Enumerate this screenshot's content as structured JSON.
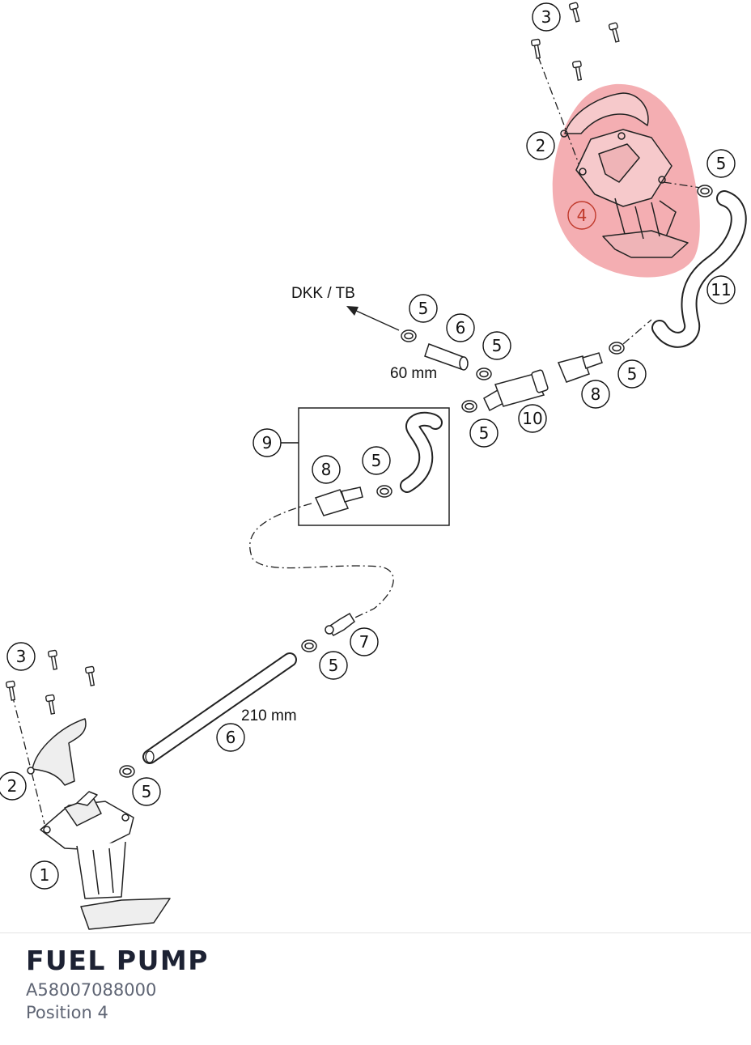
{
  "part": {
    "name": "FUEL PUMP",
    "number": "A58007088000",
    "position": "Position 4"
  },
  "highlight_color": "#f2a0a4",
  "annotations": {
    "dkk": "DKK / TB",
    "len_short": "60 mm",
    "len_long": "210 mm"
  },
  "callouts": {
    "c3_top": "3",
    "c2_top": "2",
    "c4": "4",
    "c5_right": "5",
    "c11": "11",
    "c5_a": "5",
    "c6_a": "6",
    "c5_b": "5",
    "c5_c": "5",
    "c8_a": "8",
    "c10": "10",
    "c5_d": "5",
    "c9": "9",
    "c8_b": "8",
    "c5_e": "5",
    "c7": "7",
    "c5_f": "5",
    "c6_b": "6",
    "c3_bottom": "3",
    "c2_bottom": "2",
    "c5_g": "5",
    "c1": "1"
  }
}
